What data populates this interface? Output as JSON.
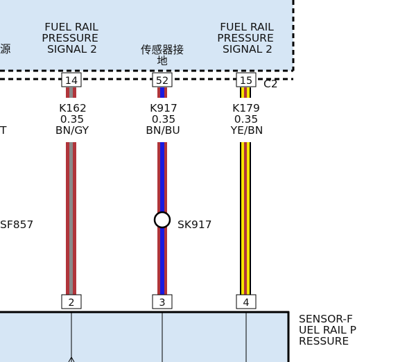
{
  "connector_top": {
    "id": "C2",
    "left_fragment": "源",
    "columns": [
      {
        "lines": [
          "FUEL RAIL",
          "PRESSURE",
          "SIGNAL 2"
        ],
        "pin": "14"
      },
      {
        "lines": [
          "传感器接",
          "地"
        ],
        "pin": "52"
      },
      {
        "lines": [
          "FUEL RAIL",
          "PRESSURE",
          "SIGNAL 2"
        ],
        "pin": "15"
      }
    ]
  },
  "wires": [
    {
      "circuit": "K162",
      "gauge": "0.35",
      "color_code": "BN/GY",
      "base_color": "#b0353b",
      "stripe_color": "#8a8a8a"
    },
    {
      "circuit": "K917",
      "gauge": "0.35",
      "color_code": "BN/BU",
      "base_color": "#b0353b",
      "stripe_color": "#1a1adf"
    },
    {
      "circuit": "K179",
      "gauge": "0.35",
      "color_code": "YE/BN",
      "base_color": "#f3e400",
      "stripe_color": "#b0353b"
    }
  ],
  "left_fragments": {
    "mid": "T",
    "splice": "SF857"
  },
  "splice": {
    "label": "SK917"
  },
  "connector_bottom": {
    "pins": [
      "2",
      "3",
      "4"
    ],
    "label_lines": [
      "SENSOR-F",
      "UEL RAIL P",
      "RESSURE"
    ]
  },
  "colors": {
    "connector_fill": "#d6e6f5",
    "border": "#000000"
  }
}
